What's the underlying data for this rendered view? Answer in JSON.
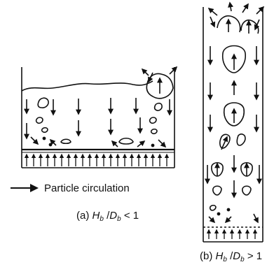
{
  "legend": {
    "label": "Particle circulation"
  },
  "captions": {
    "a": {
      "prefix": "(a) ",
      "h": "H",
      "sub1": "b",
      "slash": " /",
      "d": "D",
      "sub2": "b",
      "rel": " < 1"
    },
    "b": {
      "prefix": "(b) ",
      "h": "H",
      "sub1": "b",
      "slash": " /",
      "d": "D",
      "sub2": "b",
      "rel": " > 1"
    }
  },
  "colors": {
    "ink": "#111111",
    "background": "#ffffff"
  }
}
